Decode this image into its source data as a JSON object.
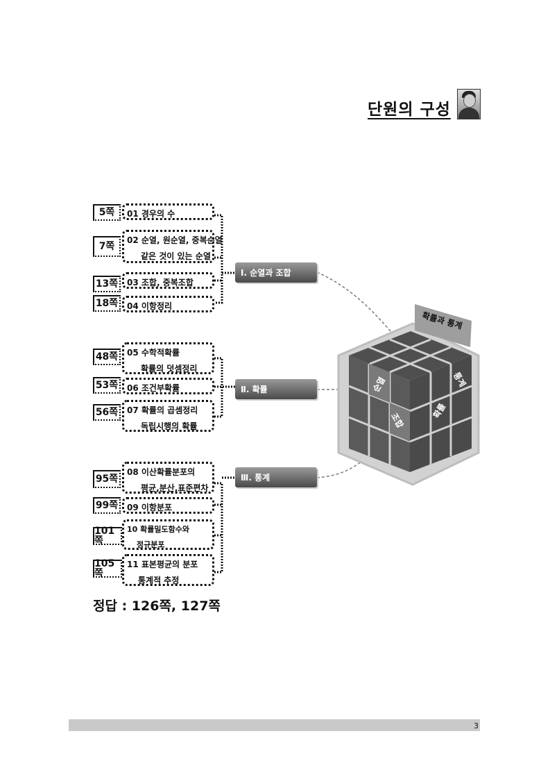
{
  "header": {
    "title": "단원의 구성"
  },
  "lessons": [
    {
      "page": "5쪽",
      "line1": "01  경우의  수",
      "line2": ""
    },
    {
      "page": "7쪽",
      "line1": "02  순열,  원순열,  중복순열",
      "line2": "같은  것이  있는  순열"
    },
    {
      "page": "13쪽",
      "line1": "03  조합,  중복조합",
      "line2": ""
    },
    {
      "page": "18쪽",
      "line1": "04  이항정리",
      "line2": ""
    },
    {
      "page": "48쪽",
      "line1": "05  수학적확률",
      "line2": "확률의  덧셈정리"
    },
    {
      "page": "53쪽",
      "line1": "06  조건부확률",
      "line2": ""
    },
    {
      "page": "56쪽",
      "line1": "07  확률의  곱셈정리",
      "line2": "독립시행의  확률"
    },
    {
      "page": "95쪽",
      "line1": "08  이산확률분포의",
      "line2": "평균,분산,표준편차"
    },
    {
      "page": "99쪽",
      "line1": "09  이항분포",
      "line2": ""
    },
    {
      "page": "101쪽",
      "line1": "10  확률밀도함수와",
      "line2": "정규분포"
    },
    {
      "page": "105쪽",
      "line1": "11  표본평균의  분포",
      "line2": "통계적  추정"
    }
  ],
  "units": [
    {
      "label": "Ⅰ. 순열과 조합"
    },
    {
      "label": "Ⅱ. 확률"
    },
    {
      "label": "Ⅲ. 통계"
    }
  ],
  "cube": {
    "banner": "확률과 통계",
    "face_labels": [
      "순열",
      "조합",
      "통계",
      "확률"
    ]
  },
  "answer": "정답  :  126쪽,  127쪽",
  "footer": {
    "page_number": "3"
  }
}
